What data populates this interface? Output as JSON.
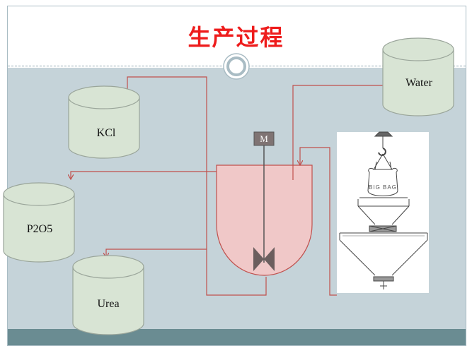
{
  "slide": {
    "title": "生产过程"
  },
  "tanks": [
    {
      "id": "kcl",
      "label": "KCl"
    },
    {
      "id": "p2o5",
      "label": "P2O5"
    },
    {
      "id": "urea",
      "label": "Urea"
    },
    {
      "id": "water",
      "label": "Water"
    }
  ],
  "reactor": {
    "motor_label": "M"
  },
  "bag_station": {
    "bag_label": "BIG BAG"
  },
  "colors": {
    "title": "#ee1c1c",
    "pipe": "#c0504d",
    "tank_fill": "#d8e4d4",
    "reactor_fill": "#f0c8c8",
    "body_background": "#c5d3d9",
    "footer": "#6a8c92"
  }
}
